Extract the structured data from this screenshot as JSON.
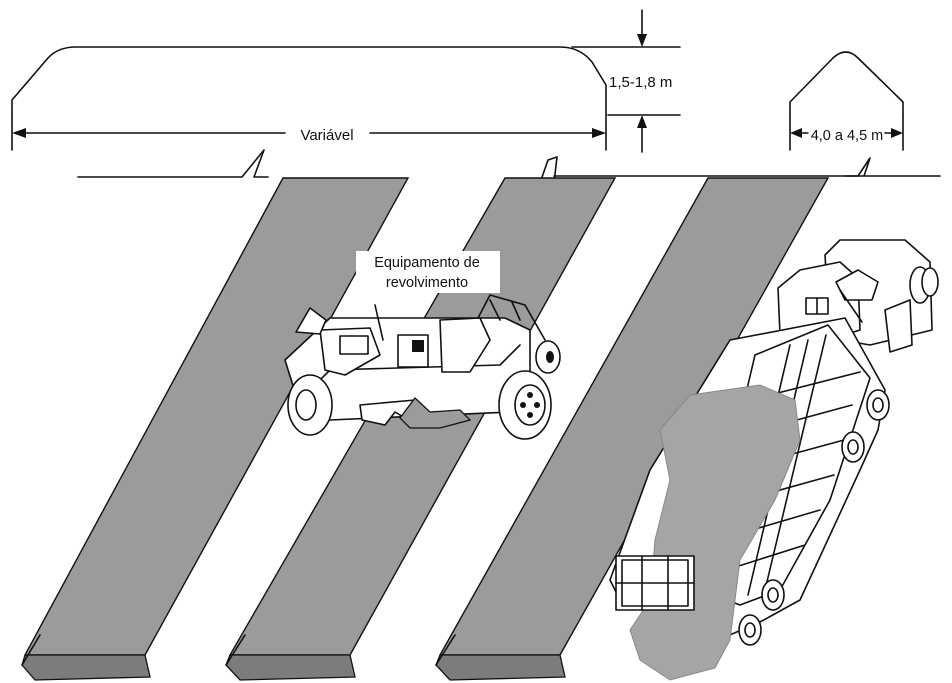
{
  "labels": {
    "width_variable": "Variável",
    "height_range": "1,5-1,8 m",
    "base_width": "4,0 a 4,5 m",
    "turner_line1": "Equipamento de",
    "turner_line2": "revolvimento"
  },
  "colors": {
    "windrow_fill": "#9b9b9c",
    "windrow_end": "#7c7c7d",
    "compost_pile": "#a5a5a6",
    "ink": "#111111",
    "background": "#ffffff"
  },
  "icons": {
    "dimension_arrow": "arrow-head",
    "break_mark": "zigzag-break"
  }
}
